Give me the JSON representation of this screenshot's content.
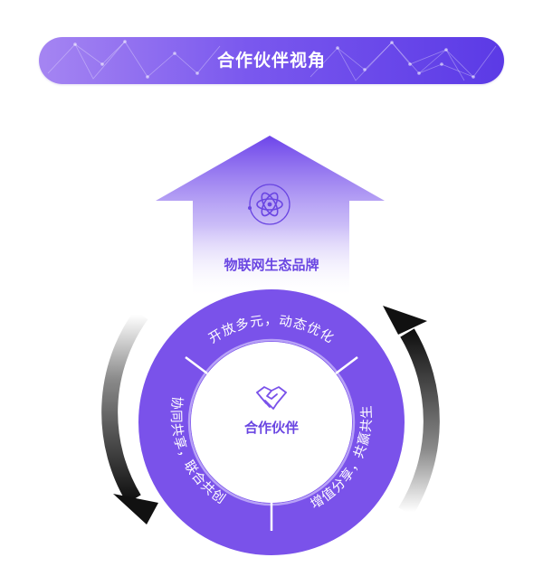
{
  "banner": {
    "title": "合作伙伴视角"
  },
  "brand": {
    "label": "物联网生态品牌",
    "icon": "atom-icon"
  },
  "center": {
    "label": "合作伙伴",
    "icon": "handshake-icon"
  },
  "ring": {
    "top": "开放多元，动态优化",
    "left": "协同共享，联合共创",
    "right_lower": "增值分享，共赢共生"
  },
  "colors": {
    "purple": "#7a52ea",
    "purple_light": "#b8a2f7",
    "text_purple": "#6a46e2",
    "arrow_dark": "#1a1a1a"
  }
}
